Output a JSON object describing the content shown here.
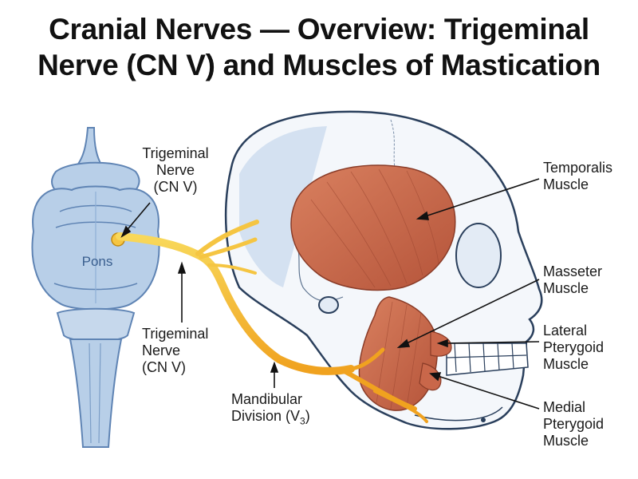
{
  "title": {
    "line1": "Cranial Nerves — Overview: Trigeminal",
    "line2": "Nerve (CN V) and Muscles of Mastication"
  },
  "labels": {
    "pons": "Pons",
    "trigeminal_top": [
      "Trigeminal",
      "Nerve",
      "(CN V)"
    ],
    "trigeminal_bottom": [
      "Trigeminal",
      "Nerve",
      "(CN V)"
    ],
    "mandibular": [
      "Mandibular",
      "Division (V",
      "3",
      ")"
    ],
    "temporalis": [
      "Temporalis",
      "Muscle"
    ],
    "masseter": [
      "Masseter",
      "Muscle"
    ],
    "lateral_pterygoid": [
      "Lateral",
      "Pterygoid",
      "Muscle"
    ],
    "medial_pterygoid": [
      "Medial",
      "Pterygoid",
      "Muscle"
    ]
  },
  "colors": {
    "brainstem": "#b8cfe8",
    "brainstem_outline": "#5f84b4",
    "nerve": "#f5c542",
    "nerve_lower": "#f0a21f",
    "muscle": "#c9674a",
    "skull_outline": "#2a3f5c"
  }
}
